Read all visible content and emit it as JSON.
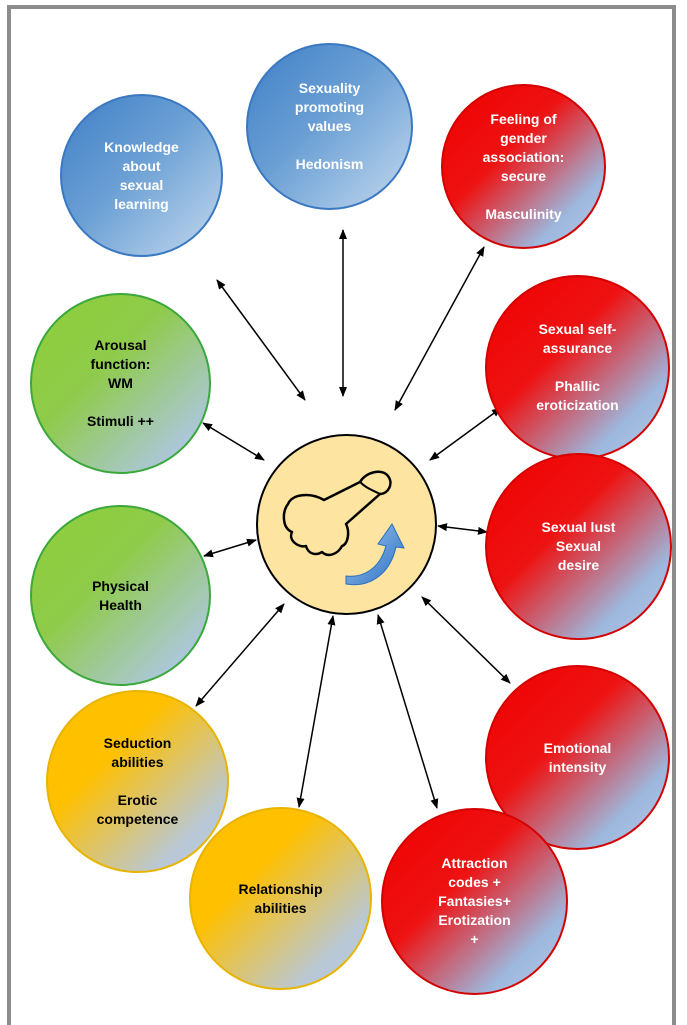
{
  "colors": {
    "blue": "#3f7fc6",
    "red": "#f00000",
    "green": "#8ecf3a",
    "yellow": "#ffc000",
    "center": "#fde5a1",
    "lightblue": "#b4cbe8"
  },
  "center": {
    "icons": [
      "phallus-symbol-icon",
      "curved-arrow-icon"
    ]
  },
  "bubbles": [
    {
      "id": "knowledge",
      "color": "blue",
      "lines": [
        "Knowledge",
        "about",
        "sexual",
        "learning"
      ]
    },
    {
      "id": "values",
      "color": "blue",
      "lines": [
        "Sexuality",
        "promoting",
        "values",
        "",
        "Hedonism"
      ]
    },
    {
      "id": "gender",
      "color": "red",
      "lines": [
        "Feeling of",
        "gender",
        "association:",
        "secure",
        "",
        "Masculinity"
      ]
    },
    {
      "id": "arousal",
      "color": "green",
      "lines": [
        "Arousal",
        "function:",
        "WM",
        "",
        "Stimuli ++"
      ]
    },
    {
      "id": "self-assurance",
      "color": "red",
      "lines": [
        "Sexual self-",
        "assurance",
        "",
        "Phallic",
        "eroticization"
      ]
    },
    {
      "id": "health",
      "color": "green",
      "lines": [
        "Physical",
        "Health"
      ]
    },
    {
      "id": "lust",
      "color": "red",
      "lines": [
        "Sexual lust",
        "Sexual",
        "desire"
      ]
    },
    {
      "id": "seduction",
      "color": "yellow",
      "lines": [
        "Seduction",
        "abilities",
        "",
        "Erotic",
        "competence"
      ]
    },
    {
      "id": "emotional",
      "color": "red",
      "lines": [
        "Emotional",
        "intensity"
      ]
    },
    {
      "id": "relationship",
      "color": "yellow",
      "lines": [
        "Relationship",
        "abilities"
      ]
    },
    {
      "id": "attraction",
      "color": "red",
      "lines": [
        "Attraction",
        "codes +",
        "Fantasies+",
        "Erotization",
        "+"
      ]
    }
  ]
}
